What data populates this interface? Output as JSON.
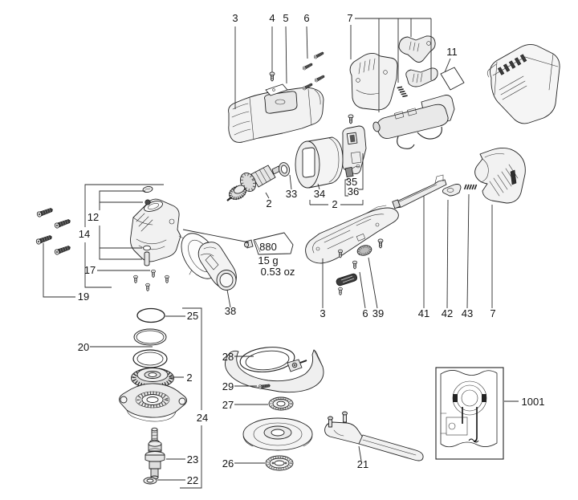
{
  "diagram": {
    "type": "exploded-parts-diagram",
    "subject": "cordless angle grinder spare parts drawing",
    "palette": {
      "background": "#ffffff",
      "ink": "#1c1c1c",
      "fill_light": "#f2f2f2",
      "fill_mid": "#e0e0e0",
      "fill_dark": "#3a3a3a"
    },
    "callouts": [
      {
        "id": "3-top-cover",
        "text": "3"
      },
      {
        "id": "4-screw",
        "text": "4"
      },
      {
        "id": "5-plate",
        "text": "5"
      },
      {
        "id": "6-screws-top",
        "text": "6"
      },
      {
        "id": "7-motor-group",
        "text": "7"
      },
      {
        "id": "11-label",
        "text": "11"
      },
      {
        "id": "12-lock-set",
        "text": "12"
      },
      {
        "id": "14-gearcase-set",
        "text": "14"
      },
      {
        "id": "17-screw",
        "text": "17"
      },
      {
        "id": "19-screws",
        "text": "19"
      },
      {
        "id": "2-armature",
        "text": "2"
      },
      {
        "id": "33-ring",
        "text": "33"
      },
      {
        "id": "34-stator",
        "text": "34"
      },
      {
        "id": "35-brush",
        "text": "35"
      },
      {
        "id": "36-brush-holder",
        "text": "36"
      },
      {
        "id": "2-motor-assembly",
        "text": "2"
      },
      {
        "id": "38-side-handle",
        "text": "38"
      },
      {
        "id": "3-lower-housing",
        "text": "3"
      },
      {
        "id": "6-screws-bottom",
        "text": "6"
      },
      {
        "id": "39-cap",
        "text": "39"
      },
      {
        "id": "41-lock-bar",
        "text": "41"
      },
      {
        "id": "42-clip",
        "text": "42"
      },
      {
        "id": "43-spring",
        "text": "43"
      },
      {
        "id": "7-rear-handle",
        "text": "7"
      },
      {
        "id": "25-oring",
        "text": "25"
      },
      {
        "id": "20-rings",
        "text": "20"
      },
      {
        "id": "2-crown-gear",
        "text": "2"
      },
      {
        "id": "24-bearing-set",
        "text": "24"
      },
      {
        "id": "23-spindle",
        "text": "23"
      },
      {
        "id": "22-washer",
        "text": "22"
      },
      {
        "id": "28-guard",
        "text": "28"
      },
      {
        "id": "29-screw",
        "text": "29"
      },
      {
        "id": "27-inner-flange",
        "text": "27"
      },
      {
        "id": "26-clamp-nut",
        "text": "26"
      },
      {
        "id": "21-wrench",
        "text": "21"
      },
      {
        "id": "1001-wiring",
        "text": "1001"
      }
    ],
    "grease": {
      "tube_marking": "880",
      "weight_grams": "15 g",
      "weight_ounces": "0.53 oz"
    }
  }
}
